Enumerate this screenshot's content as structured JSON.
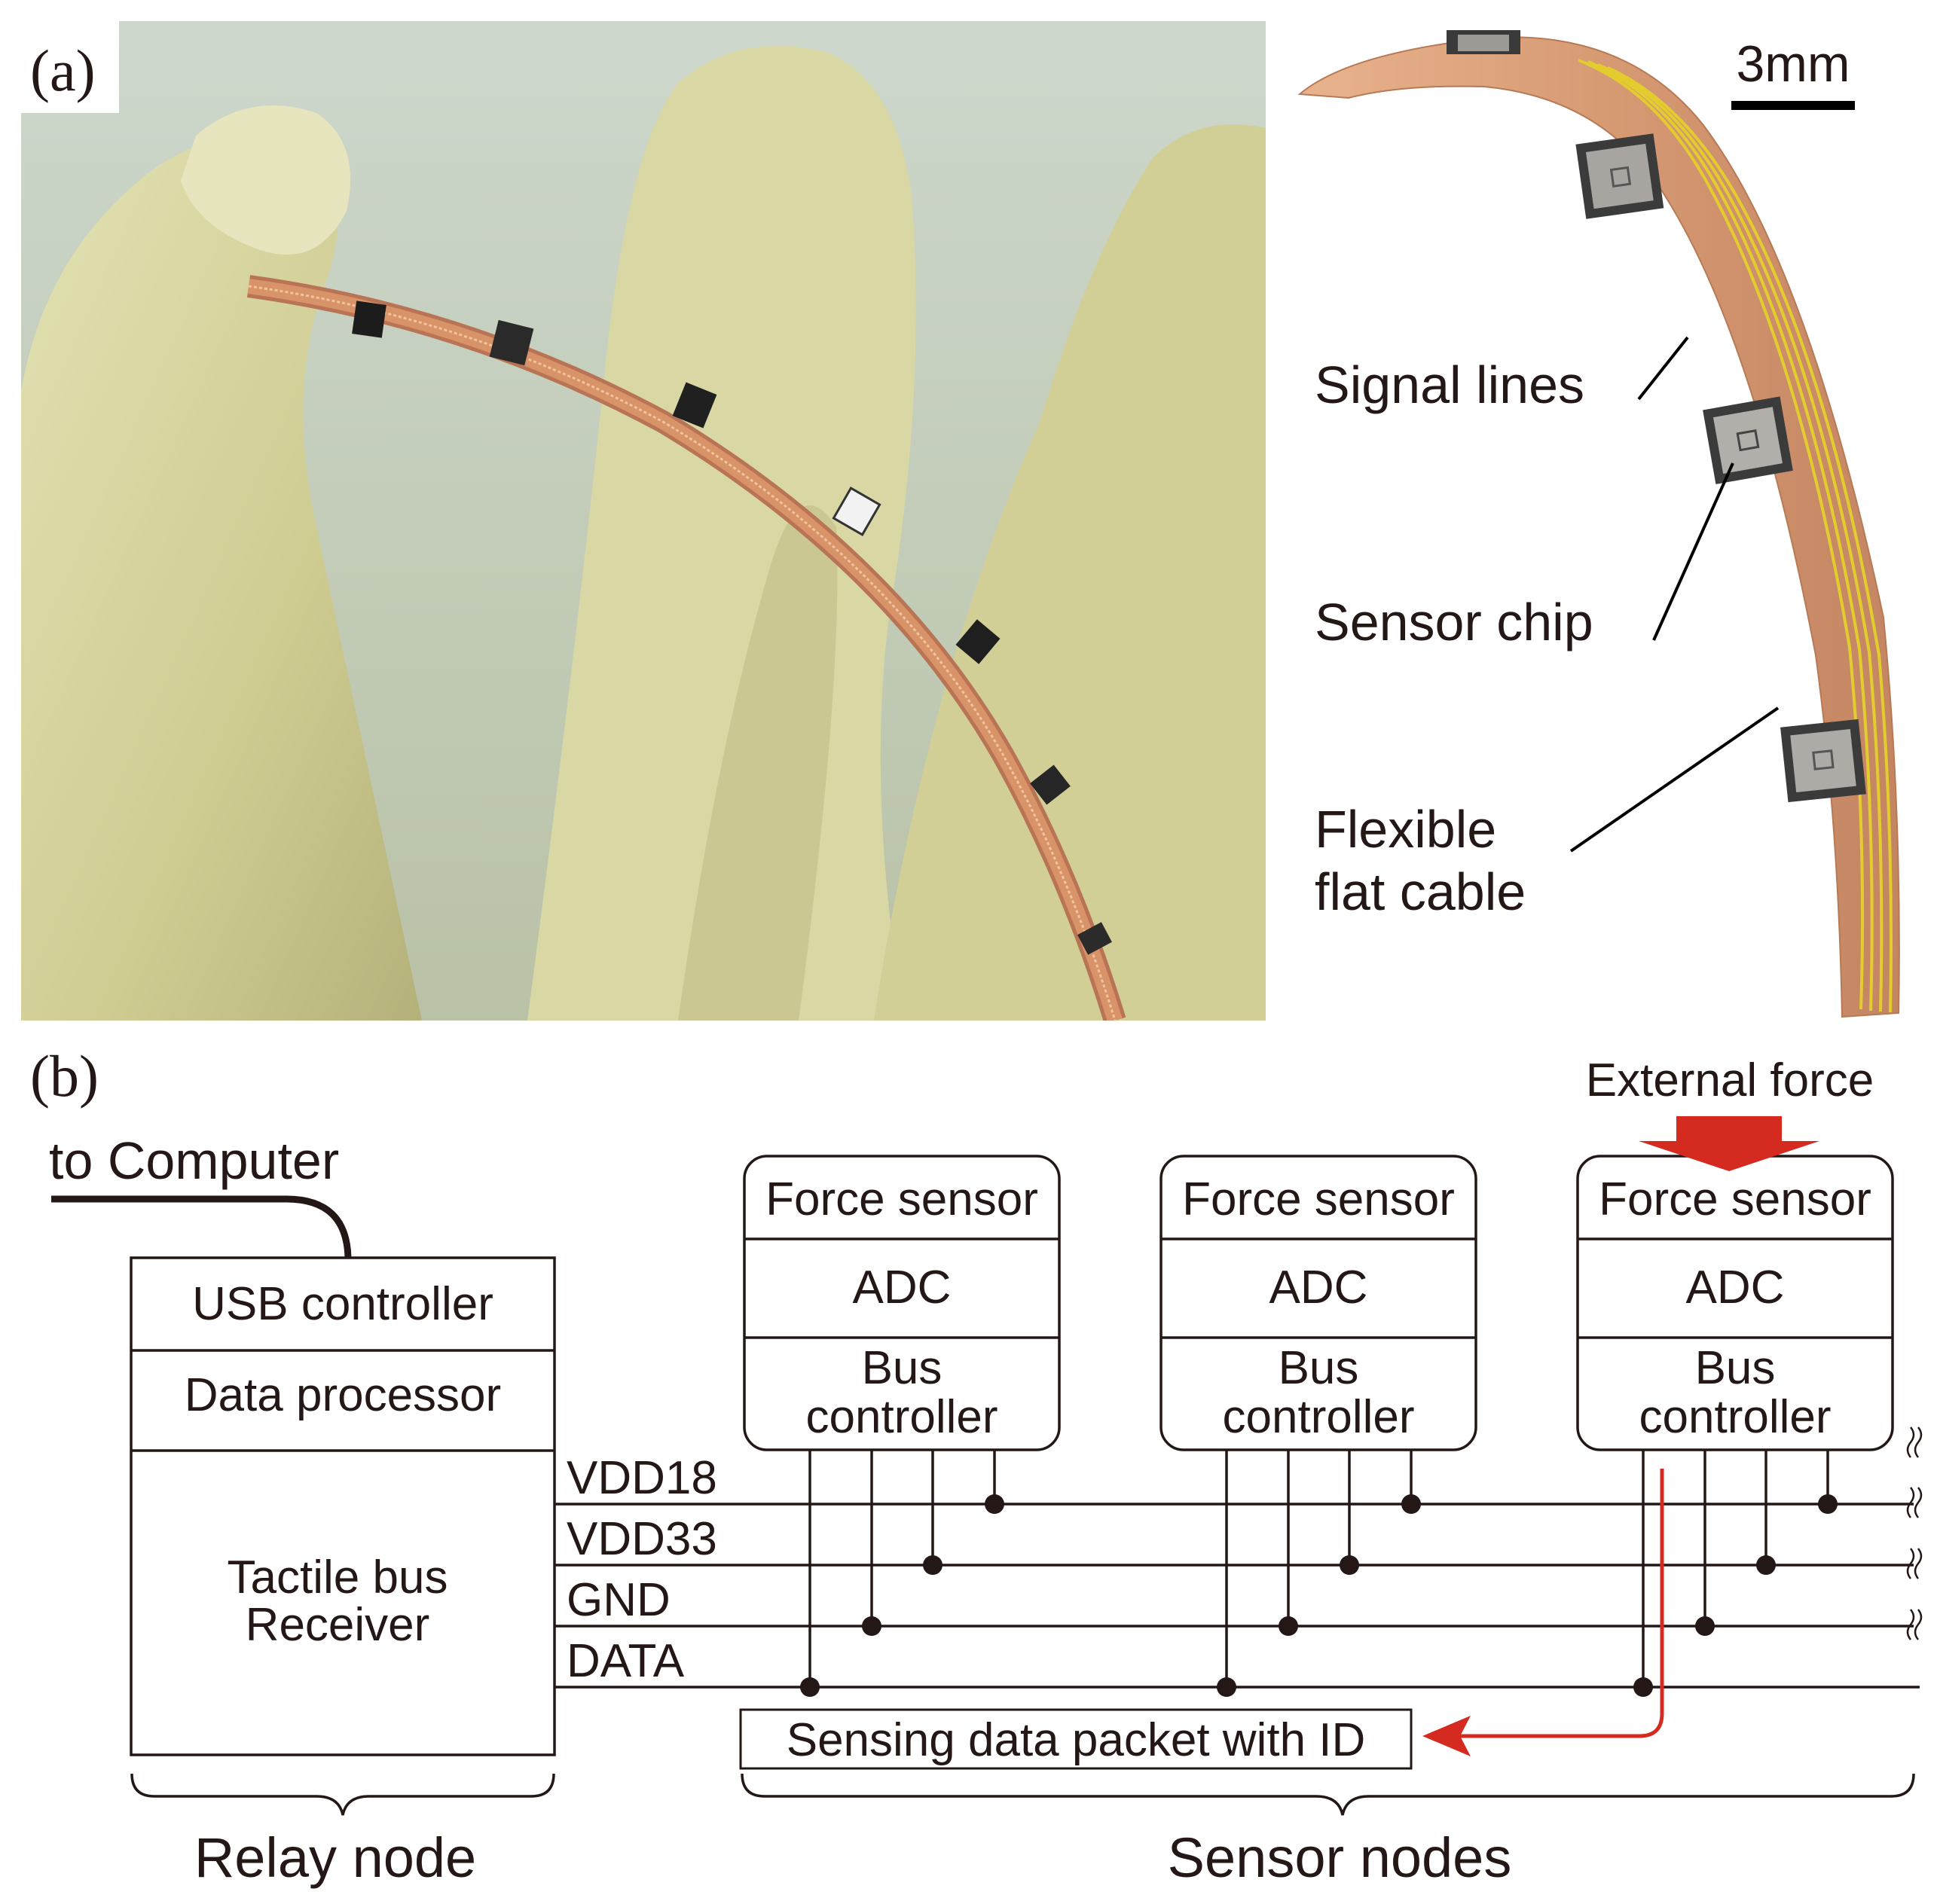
{
  "panel_a": {
    "label": "(a)",
    "scale_bar_label": "3mm",
    "callouts": {
      "signal_lines": "Signal lines",
      "sensor_chip": "Sensor chip",
      "flexible_line1": "Flexible",
      "flexible_line2": "flat cable"
    }
  },
  "panel_b": {
    "label": "(b)",
    "to_computer": "to Computer",
    "relay": {
      "usb": "USB controller",
      "processor": "Data processor",
      "receiver_line1": "Tactile bus",
      "receiver_line2": "Receiver"
    },
    "bus_lines": [
      "VDD18",
      "VDD33",
      "GND",
      "DATA"
    ],
    "sensor_nodes": [
      {
        "force": "Force sensor",
        "adc": "ADC",
        "bus1": "Bus",
        "bus2": "controller"
      },
      {
        "force": "Force sensor",
        "adc": "ADC",
        "bus1": "Bus",
        "bus2": "controller"
      },
      {
        "force": "Force sensor",
        "adc": "ADC",
        "bus1": "Bus",
        "bus2": "controller"
      }
    ],
    "external_force": "External force",
    "packet": "Sensing data packet with ID",
    "relay_group": "Relay node",
    "sensor_group": "Sensor nodes"
  },
  "colors": {
    "ink": "#231815",
    "arrow_red": "#d42a20",
    "cable_copper": "#d9a07a",
    "signal_yellow": "#e6d23a",
    "glove": "#d8d6a0",
    "photo_bg": "#c9d3c8"
  }
}
